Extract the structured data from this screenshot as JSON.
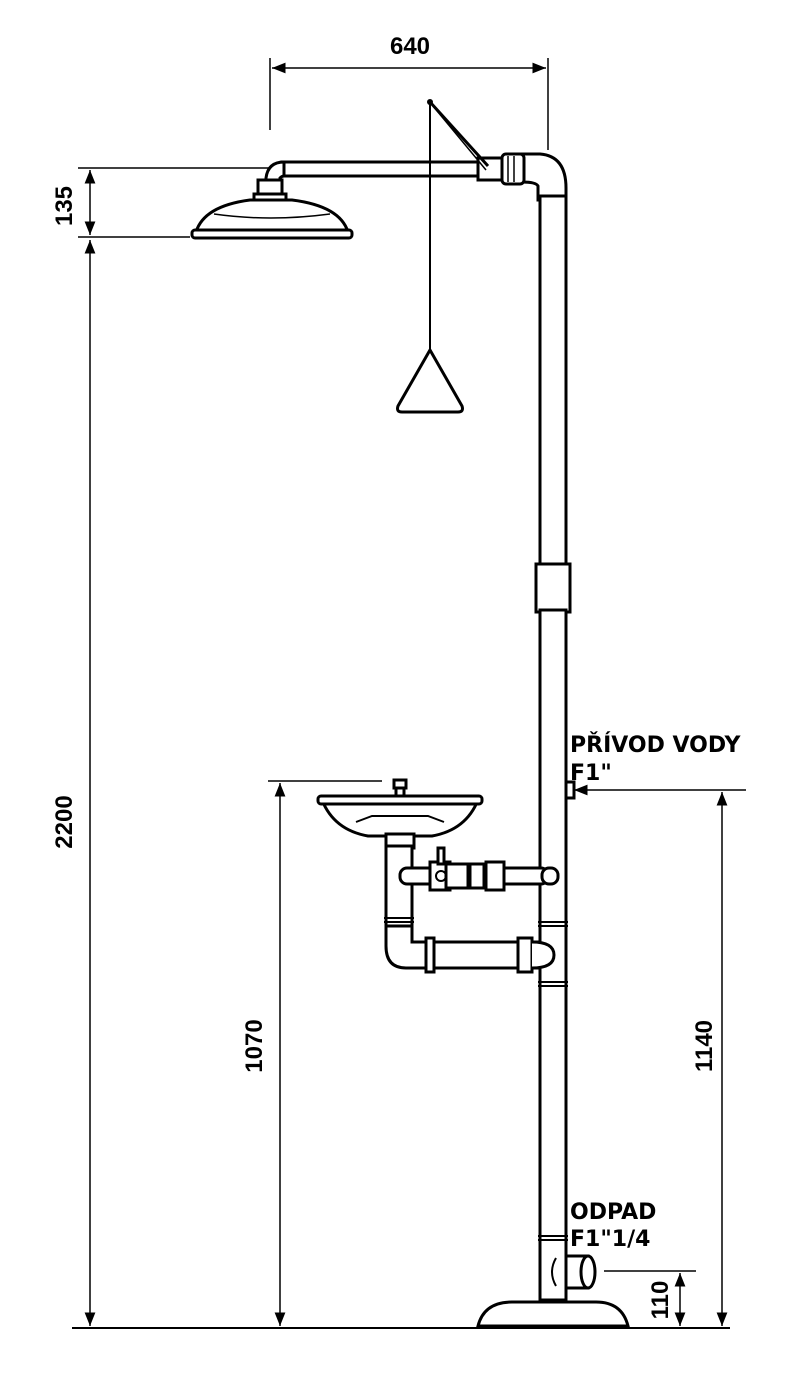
{
  "dimensions": {
    "width_top": "640",
    "shower_head_height": "135",
    "shower_height": "2200",
    "eyewash_height": "1070",
    "water_inlet_height": "1140",
    "drain_height": "110"
  },
  "labels": {
    "water_inlet_line1": "PŘÍVOD VODY",
    "water_inlet_line2": "F1\"",
    "drain_line1": "ODPAD",
    "drain_line2": "F1\"1/4"
  }
}
